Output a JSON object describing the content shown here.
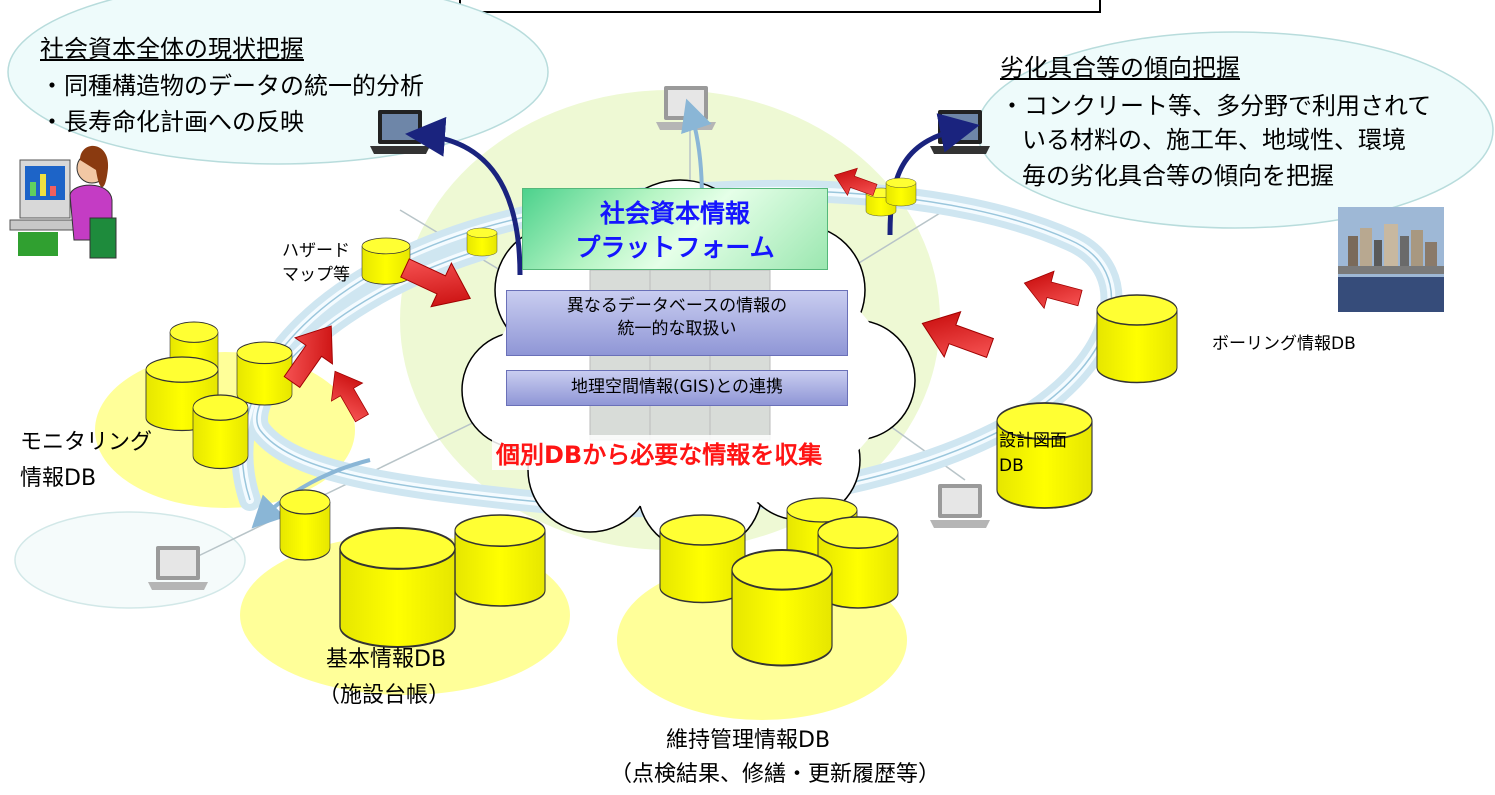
{
  "colors": {
    "cylinder": "#ffff00",
    "halo": "#ffff99",
    "bubble": "#eefbfb",
    "platform_text": "#1515ff",
    "accent_red": "#ff1414",
    "arrow_blue": "#1a237e"
  },
  "platform": {
    "line1": "社会資本情報",
    "line2": "プラットフォーム"
  },
  "feature_boxes": {
    "box1_line1": "異なるデータベースの情報の",
    "box1_line2": "統一的な取扱い",
    "box2": "地理空間情報(GIS)との連携"
  },
  "collect_label": "個別DBから必要な情報を収集",
  "left_bubble": {
    "title": "社会資本全体の現状把握",
    "item1": "・同種構造物のデータの統一的分析",
    "item2": "・長寿命化計画への反映"
  },
  "right_bubble": {
    "title": "劣化具合等の傾向把握",
    "line1": "・コンクリート等、多分野で利用されて",
    "line2": "いる材料の、施工年、地域性、環境",
    "line3": "毎の劣化具合等の傾向を把握"
  },
  "databases": {
    "hazard_line1": "ハザード",
    "hazard_line2": "マップ等",
    "monitoring_line1": "モニタリング",
    "monitoring_line2": "情報DB",
    "basic_line1": "基本情報DB",
    "basic_line2": "（施設台帳）",
    "maintenance_line1": "維持管理情報DB",
    "maintenance_line2": "（点検結果、修繕・更新履歴等）",
    "boring": "ボーリング情報DB",
    "design_line1": "設計図面",
    "design_line2": "DB"
  },
  "icons": [
    "laptop-icon",
    "user-at-computer-icon",
    "city-photo-icon",
    "cylinder-database-icon",
    "red-arrow-icon",
    "blue-arrow-icon",
    "cloud-icon"
  ]
}
